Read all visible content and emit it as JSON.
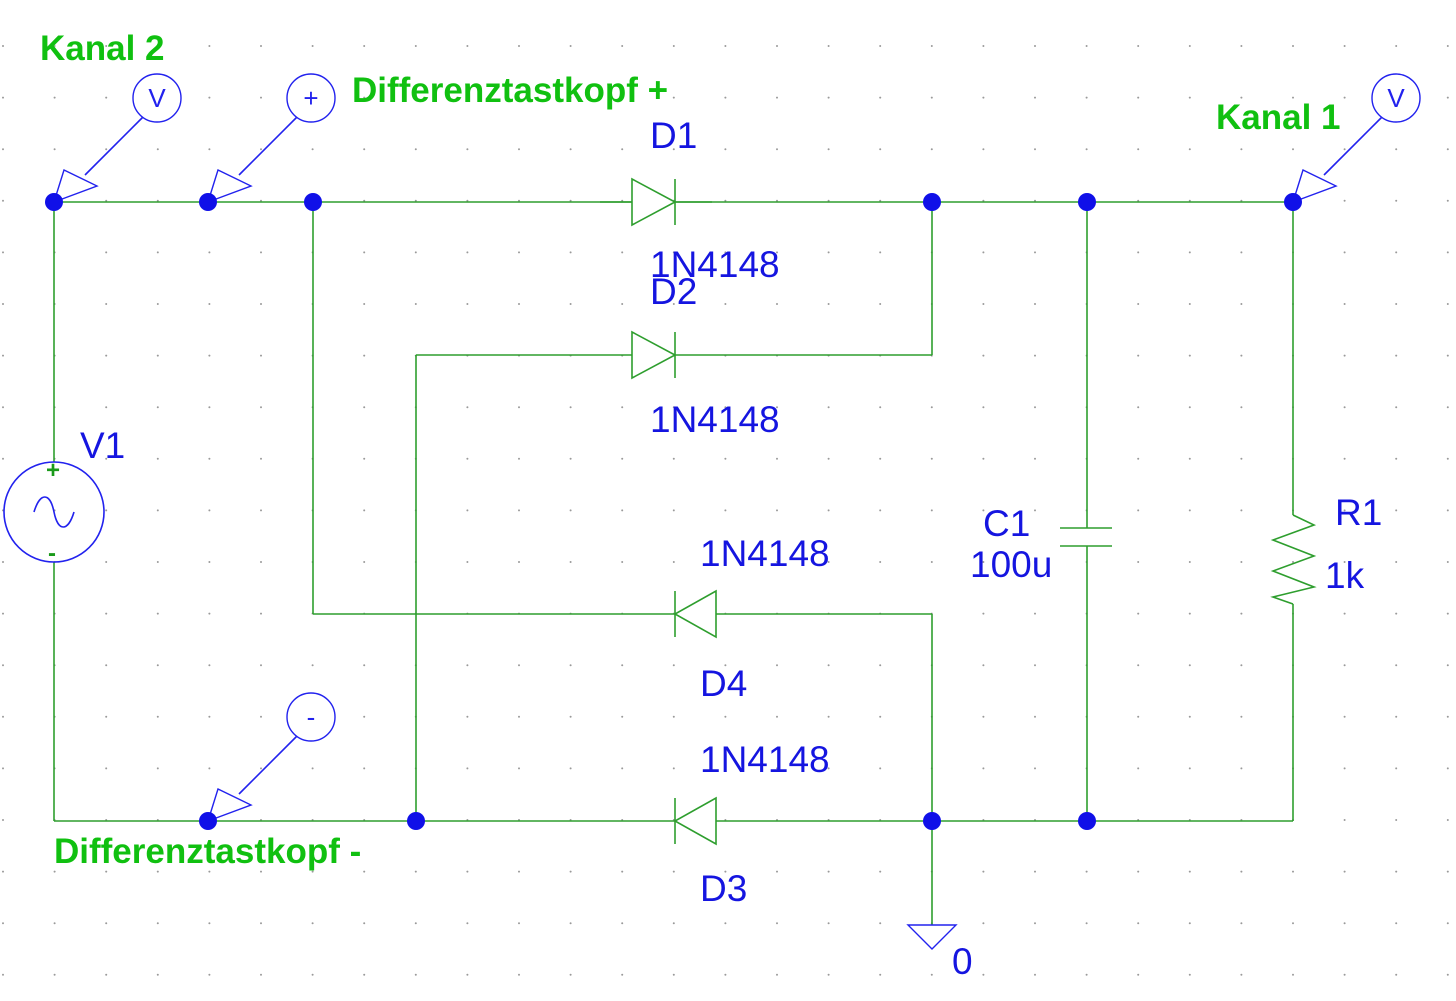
{
  "sources": {
    "v1": {
      "name": "V1",
      "plus": "+",
      "minus": "-"
    }
  },
  "diodes": {
    "d1": {
      "name": "D1",
      "model": "1N4148"
    },
    "d2": {
      "name": "D2",
      "model": "1N4148"
    },
    "d3": {
      "name": "D3",
      "model": "1N4148"
    },
    "d4": {
      "name": "D4",
      "model": "1N4148"
    }
  },
  "capacitor": {
    "name": "C1",
    "value": "100u"
  },
  "resistor": {
    "name": "R1",
    "value": "1k"
  },
  "ground": {
    "label": "0"
  },
  "probes": {
    "kanal1": {
      "label": "Kanal 1",
      "marker": "V"
    },
    "kanal2": {
      "label": "Kanal 2",
      "marker": "V"
    },
    "diff_plus": {
      "label": "Differenztastkopf +",
      "marker": "+"
    },
    "diff_minus": {
      "label": "Differenztastkopf -",
      "marker": "-"
    }
  },
  "colors": {
    "wire": "#2e9e2e",
    "component_label": "#1515e0",
    "probe_label": "#10c010",
    "node": "#1010e8"
  }
}
